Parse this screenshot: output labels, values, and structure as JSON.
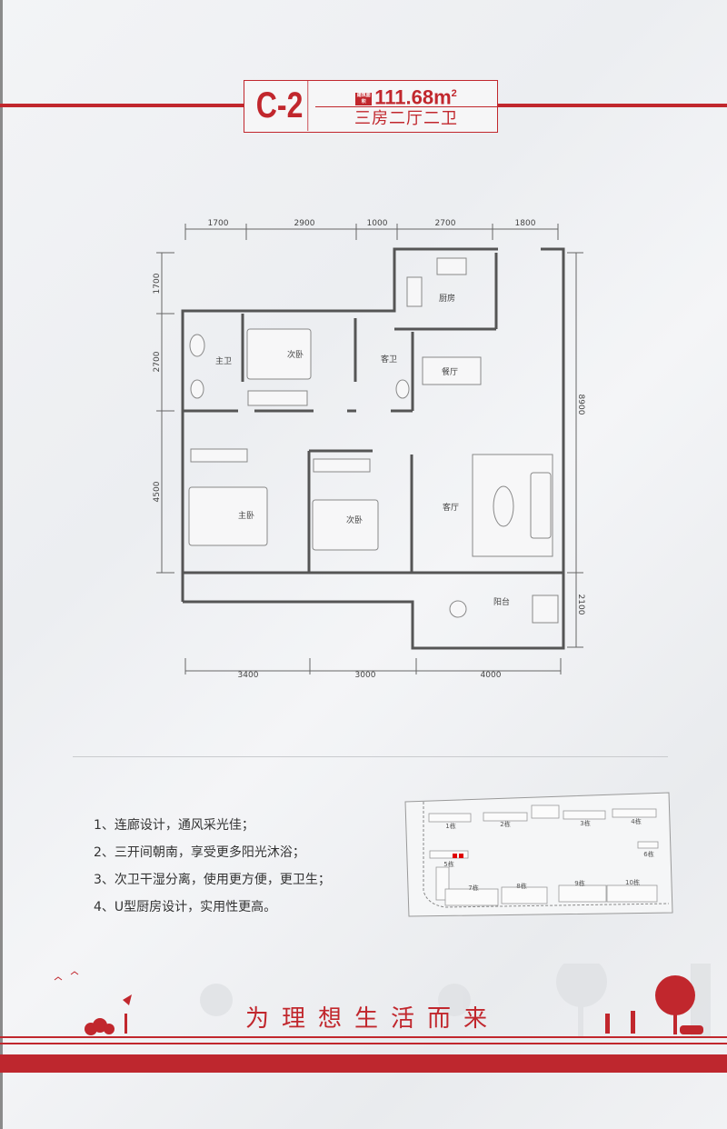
{
  "header": {
    "unit_code": "C-2",
    "area_stamp": "建筑面积",
    "area": "111.68m",
    "area_unit_sup": "2",
    "layout_type": "三房二厅二卫"
  },
  "floorplan": {
    "dims_top": [
      "1700",
      "2900",
      "1000",
      "2700",
      "1800"
    ],
    "dims_left": [
      "1700",
      "2700",
      "4500"
    ],
    "dims_right": [
      "8900",
      "2100"
    ],
    "dims_bottom": [
      "3400",
      "3000",
      "4000"
    ],
    "rooms": {
      "master_bath": "主卫",
      "second_bed_north": "次卧",
      "guest_bath": "客卫",
      "kitchen": "厨房",
      "dining": "餐厅",
      "master_bed": "主卧",
      "second_bed_south": "次卧",
      "living": "客厅",
      "balcony": "阳台"
    }
  },
  "features": [
    "1、连廊设计，通风采光佳；",
    "2、三开间朝南，享受更多阳光沐浴；",
    "3、次卫干湿分离，使用更方便，更卫生；",
    "4、U型厨房设计，实用性更高。"
  ],
  "site_map": {
    "buildings": [
      "1栋",
      "2栋",
      "3栋",
      "4栋",
      "5栋",
      "6栋",
      "7栋",
      "8栋",
      "9栋",
      "10栋"
    ],
    "highlight_color": "#e00000"
  },
  "footer": {
    "slogan": "为理想生活而来"
  },
  "colors": {
    "brand_red": "#c1272d",
    "wall": "#555555"
  }
}
